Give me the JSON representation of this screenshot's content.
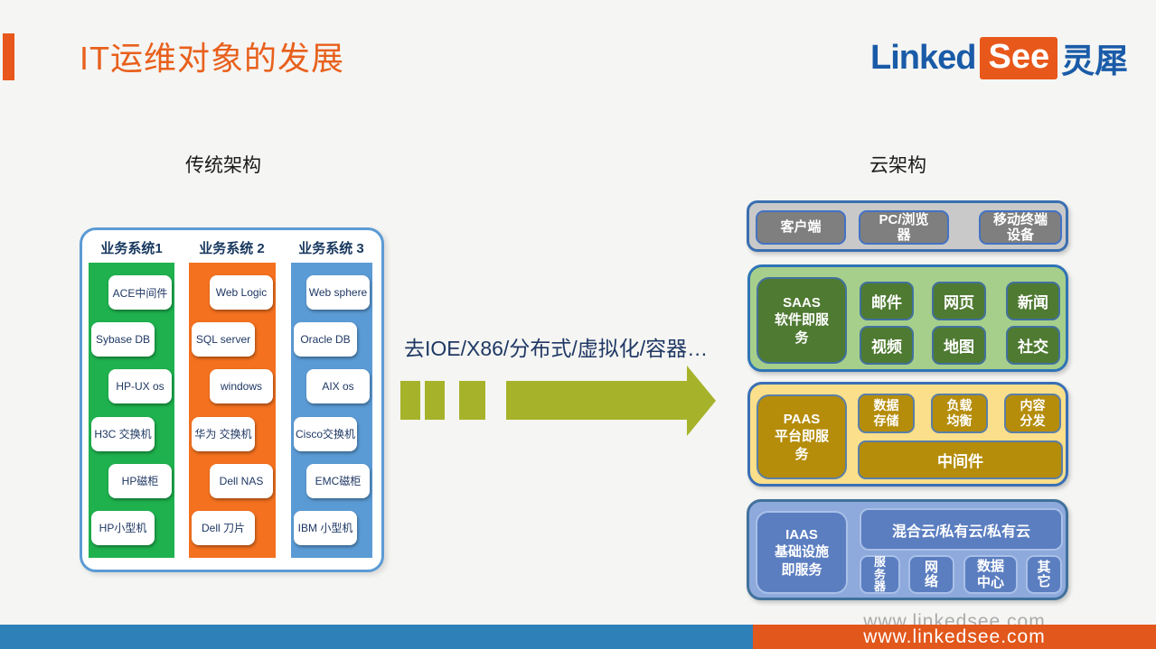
{
  "slide": {
    "title": "IT运维对象的发展"
  },
  "logo": {
    "part1": "Linked",
    "part2": "See",
    "part3": "灵犀"
  },
  "left": {
    "heading": "传统架构",
    "systems": [
      {
        "name": "业务系统1",
        "items": [
          "ACE中间件",
          "Sybase DB",
          "HP-UX os",
          "H3C 交换机",
          "HP磁柜",
          "HP小型机"
        ]
      },
      {
        "name": "业务系统 2",
        "items": [
          "Web Logic",
          "SQL server",
          "windows",
          "华为 交换机",
          "Dell NAS",
          "Dell 刀片"
        ]
      },
      {
        "name": "业务系统 3",
        "items": [
          "Web sphere",
          "Oracle DB",
          "AIX os",
          "Cisco交换机",
          "EMC磁柜",
          "IBM 小型机"
        ]
      }
    ]
  },
  "transition": {
    "label": "去IOE/X86/分布式/虚拟化/容器…"
  },
  "right": {
    "heading": "云架构",
    "client_layer": {
      "boxes": [
        "客户端",
        "PC/浏览器",
        "移动终端设备"
      ]
    },
    "saas_layer": {
      "title": "SAAS\n软件即服务",
      "boxes": [
        "邮件",
        "网页",
        "新闻",
        "视频",
        "地图",
        "社交"
      ]
    },
    "paas_layer": {
      "title": "PAAS\n平台即服务",
      "boxes": [
        "数据存储",
        "负载均衡",
        "内容分发"
      ],
      "wide_box": "中间件"
    },
    "iaas_layer": {
      "title": "IAAS\n基础设施即服务",
      "wide_box": "混合云/私有云/私有云",
      "boxes": [
        "服务器",
        "网络",
        "数据中心",
        "其它"
      ]
    }
  },
  "footer": {
    "url": "www.linkedsee.com"
  },
  "colors": {
    "accent_orange": "#e8581c",
    "title_orange": "#e8601c",
    "logo_blue": "#1a5ba8",
    "system1_green": "#1fb14e",
    "system2_orange": "#f3711f",
    "system3_blue": "#5b9bd5",
    "saas_green": "#4f7a32",
    "paas_gold": "#b58d0b",
    "iaas_blue": "#5b7ec0",
    "arrow_olive": "#a6b32a",
    "footer_blue": "#2e80b9",
    "footer_orange": "#e2571b"
  }
}
